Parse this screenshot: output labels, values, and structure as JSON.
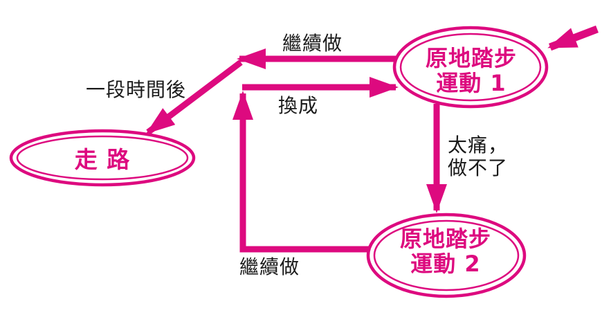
{
  "colors": {
    "accent": "#DD0A7F",
    "text": "#1A1A1A"
  },
  "nodes": {
    "exercise1": {
      "line1": "原地踏步",
      "line2": "運動 1"
    },
    "walking": {
      "label": "走  路"
    },
    "exercise2": {
      "line1": "原地踏步",
      "line2": "運動 2"
    }
  },
  "edge_labels": {
    "continue_top": "繼續做",
    "after_a_while": "一段時間後",
    "switch_to": "換成",
    "too_painful_line1": "太痛，",
    "too_painful_line2": "做不了",
    "continue_bottom": "繼續做"
  }
}
